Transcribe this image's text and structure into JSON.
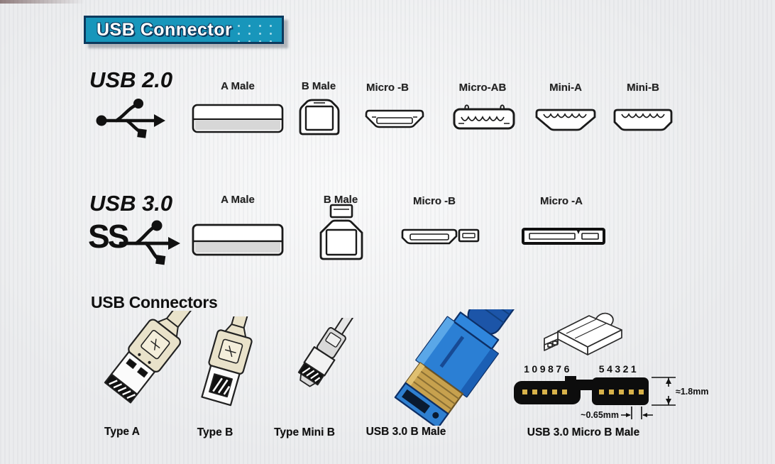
{
  "banner": {
    "title": "USB Connector"
  },
  "colors": {
    "banner_fill": "#1896bb",
    "banner_border": "#0d3a5e",
    "background": "#ebecee",
    "outline": "#1a1a1a",
    "connector_shade": "#d7d7d7",
    "blue_body": "#2b7fd4",
    "blue_boot": "#1c55a8",
    "gold": "#c7a14e",
    "beige": "#e9e2ca",
    "pin_gold": "#d8b24a"
  },
  "usb2_section": {
    "title": "USB 2.0",
    "connectors": [
      {
        "name": "A Male"
      },
      {
        "name": "B Male"
      },
      {
        "name": "Micro -B"
      },
      {
        "name": "Micro-AB"
      },
      {
        "name": "Mini-A"
      },
      {
        "name": "Mini-B"
      }
    ]
  },
  "usb3_section": {
    "title": "USB 3.0",
    "ss_mark": "SS",
    "connectors": [
      {
        "name": "A Male"
      },
      {
        "name": "B Male"
      },
      {
        "name": "Micro -B"
      },
      {
        "name": "Micro -A"
      }
    ]
  },
  "gallery": {
    "heading": "USB Connectors",
    "items": [
      {
        "label": "Type A"
      },
      {
        "label": "Type B"
      },
      {
        "label": "Type Mini B"
      },
      {
        "label": "USB 3.0 B Male"
      },
      {
        "label": "USB 3.0 Micro B Male"
      }
    ]
  },
  "pin_diagram": {
    "left_pin_numbers": "109876",
    "right_pin_numbers": "54321",
    "height_dimension": "≈1.8mm",
    "pitch_dimension": "~0.65mm"
  }
}
